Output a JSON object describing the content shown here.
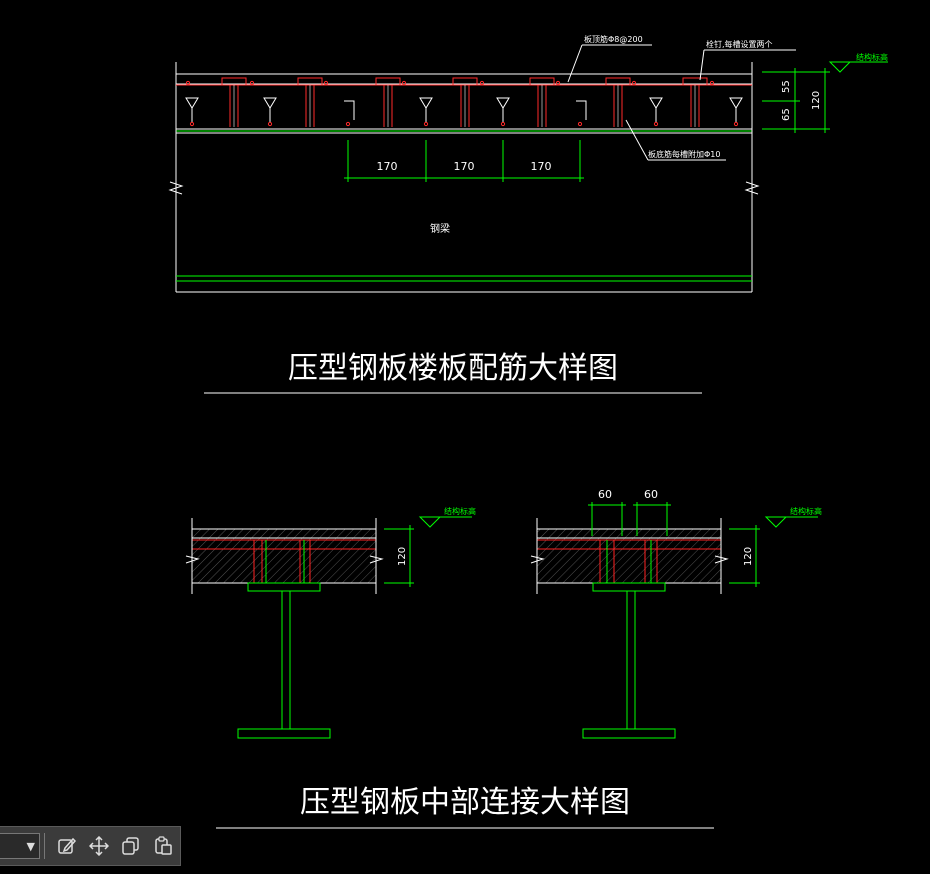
{
  "drawing1": {
    "title": "压型钢板楼板配筋大样图",
    "leader_top": "板顶筋Φ8@200",
    "leader_stud": "栓钉,每槽设置两个",
    "leader_bottom": "板底筋每槽附加Φ10",
    "beam_label": "钢梁",
    "elevation_label": "结构标高",
    "dim_55": "55",
    "dim_65": "65",
    "dim_120": "120",
    "dim_170": [
      "170",
      "170",
      "170"
    ]
  },
  "drawing2": {
    "title": "压型钢板中部连接大样图",
    "elevation_label": "结构标高",
    "dim_120": "120",
    "dim_60": [
      "60",
      "60"
    ]
  },
  "colors": {
    "background": "#000000",
    "line_white": "#ffffff",
    "line_green": "#00ff00",
    "line_red": "#ff2a2a",
    "hatch": "#8a8a8a"
  },
  "toolbar": {
    "icons": [
      "dropdown-chevron-icon",
      "edit-icon",
      "move-icon",
      "copy-icon",
      "paste-icon"
    ]
  }
}
